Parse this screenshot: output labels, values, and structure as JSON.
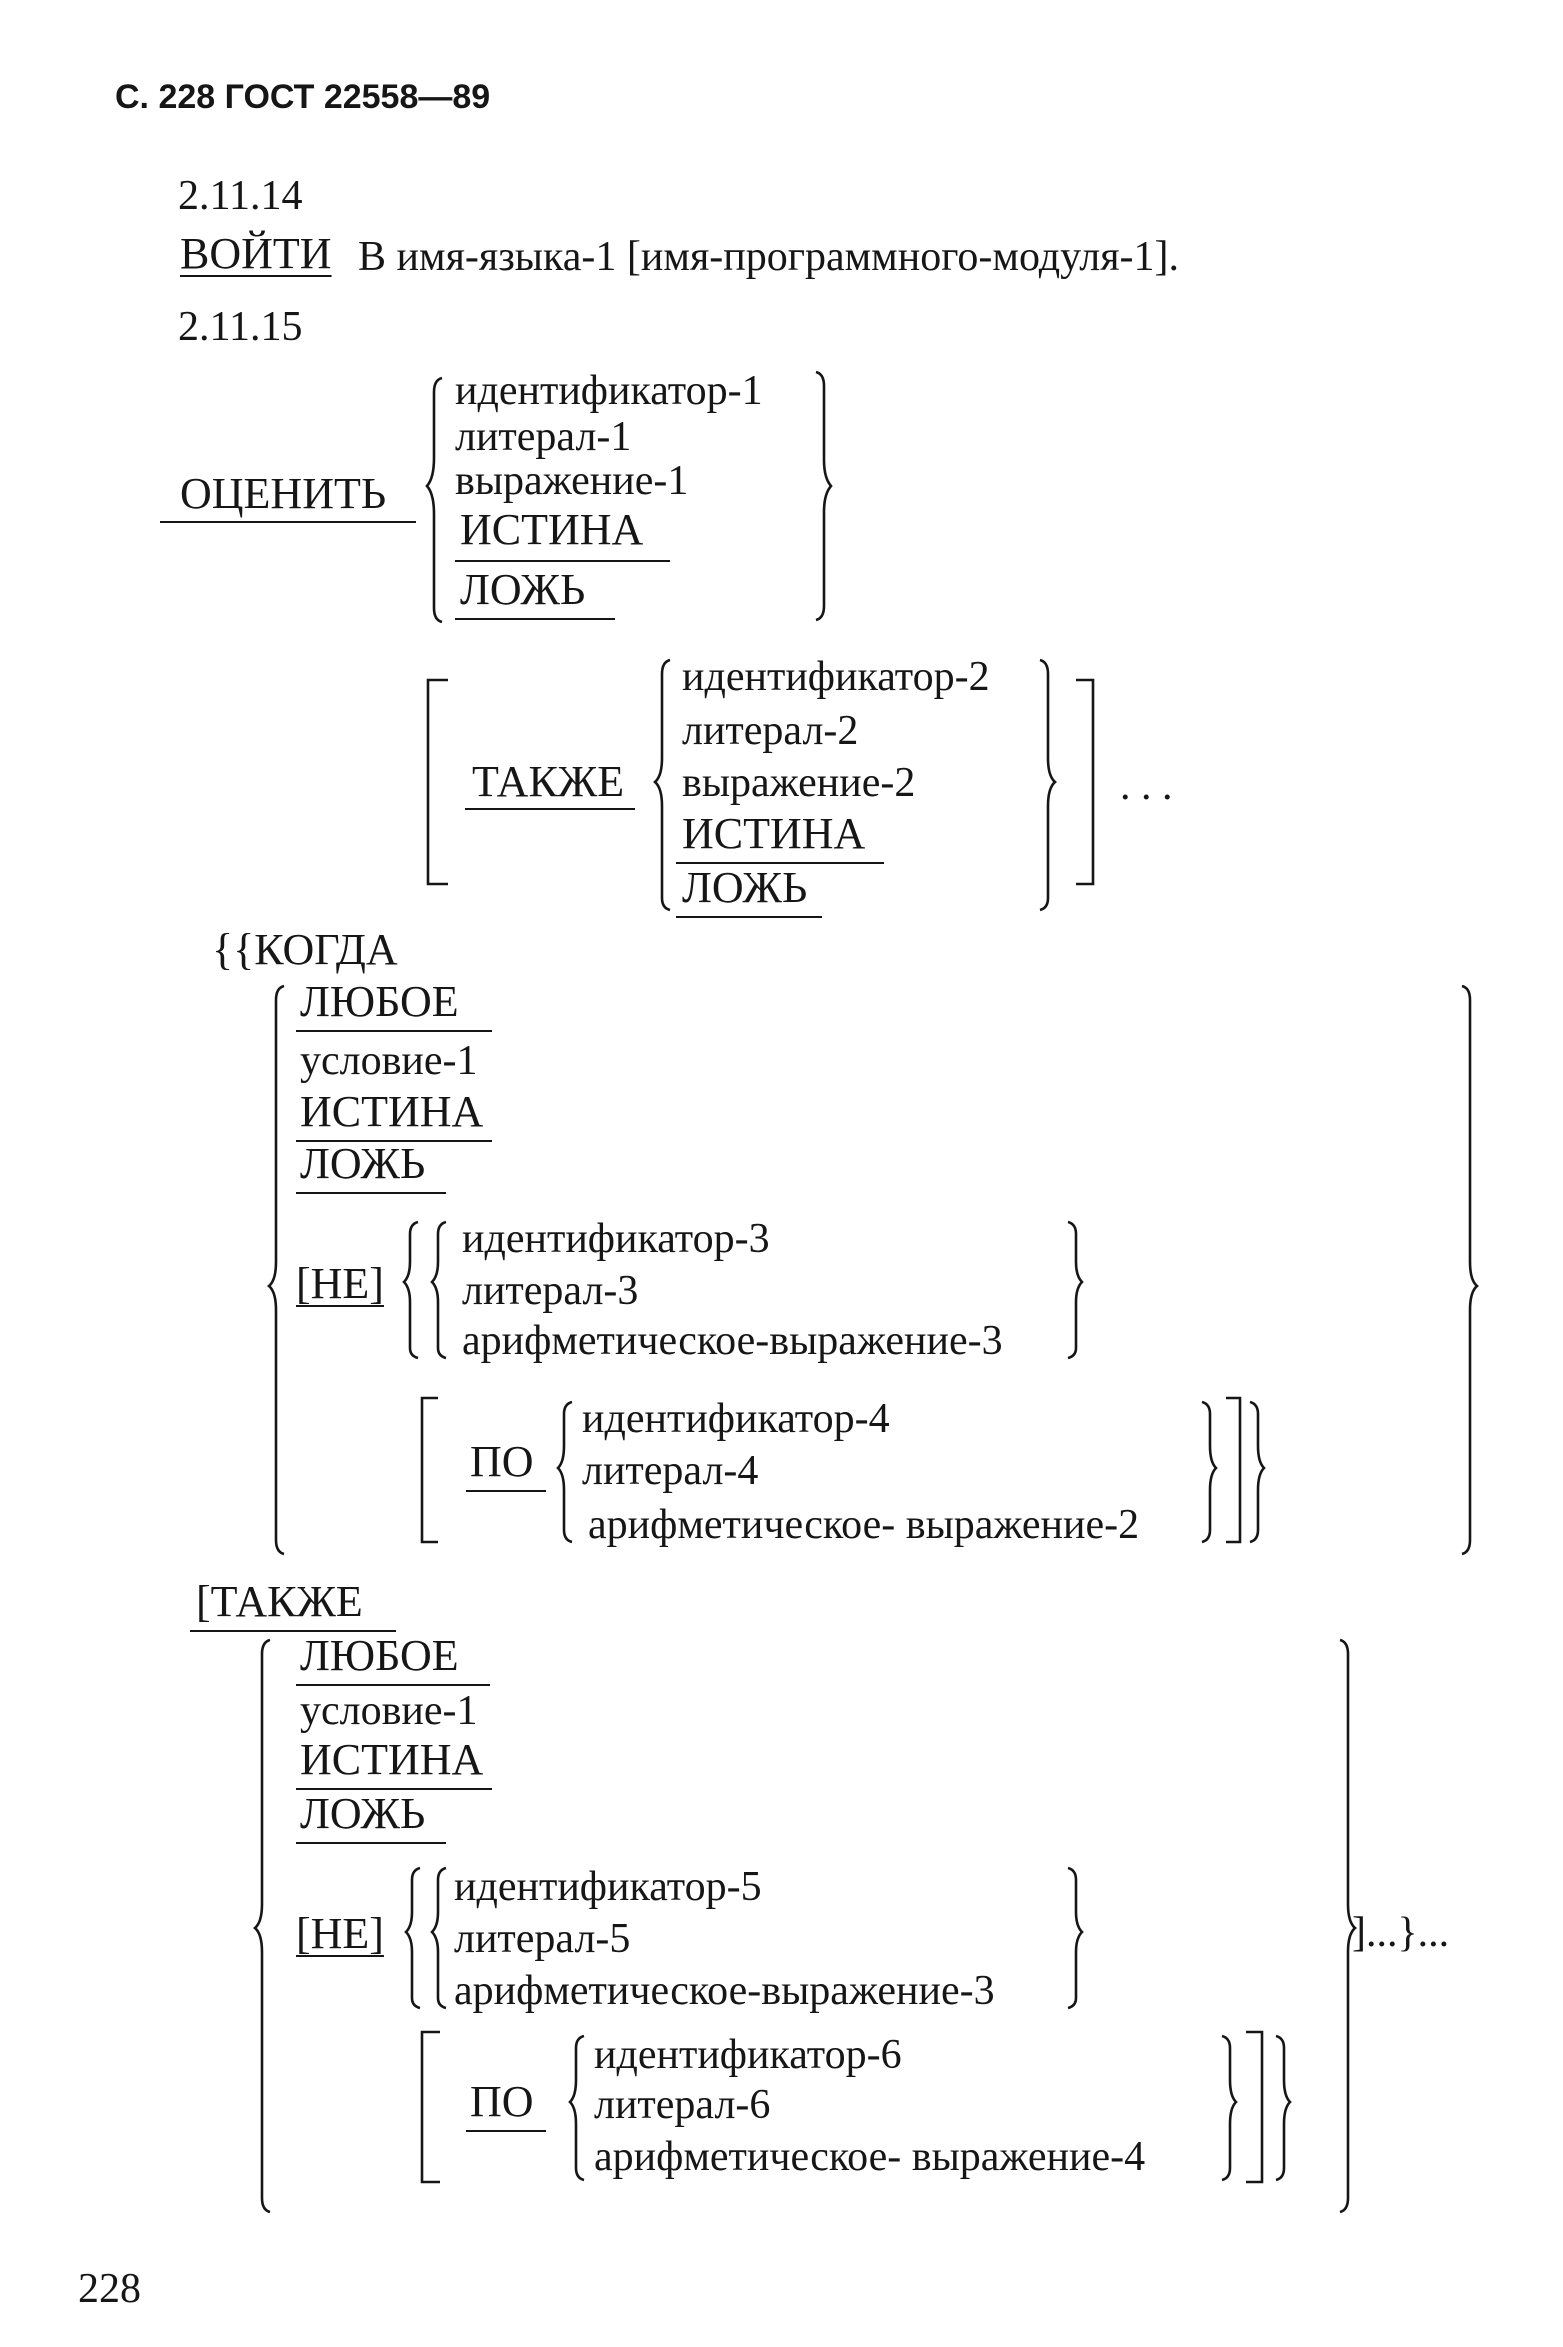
{
  "header": {
    "text": "С. 228 ГОСТ 22558—89"
  },
  "s14": {
    "num": "2.11.14",
    "verb": "ВОЙТИ",
    "rest": "В имя-языка-1 [имя-программного-модуля-1]."
  },
  "s15": {
    "num": "2.11.15",
    "verb": "ОЦЕНИТЬ",
    "subjects": [
      "идентификатор-1",
      "литерал-1",
      "выражение-1",
      "ИСТИНА",
      "ЛОЖЬ"
    ],
    "also": {
      "kw": "ТАКЖЕ",
      "options": [
        "идентификатор-2",
        "литерал-2",
        "выражение-2",
        "ИСТИНА",
        "ЛОЖЬ"
      ],
      "ellipsis": ". . ."
    },
    "when": {
      "open": "{{КОГДА",
      "options": [
        "ЛЮБОЕ",
        "условие-1",
        "ИСТИНА",
        "ЛОЖЬ"
      ],
      "not": "[НЕ]",
      "group_a": [
        "идентификатор-3",
        "литерал-3",
        "арифметическое-выражение-3"
      ],
      "thru": "ПО",
      "group_b": [
        "идентификатор-4",
        "литерал-4",
        "арифметическое- выражение-2"
      ]
    },
    "when_also": {
      "open": "[ТАКЖЕ",
      "options": [
        "ЛЮБОЕ",
        "условие-1",
        "ИСТИНА",
        "ЛОЖЬ"
      ],
      "not": "[НЕ]",
      "group_a": [
        "идентификатор-5",
        "литерал-5",
        "арифметическое-выражение-3"
      ],
      "thru": "ПО",
      "group_b": [
        "идентификатор-6",
        "литерал-6",
        "арифметическое- выражение-4"
      ],
      "close": "]...}..."
    }
  },
  "footer": {
    "page_number": "228"
  }
}
